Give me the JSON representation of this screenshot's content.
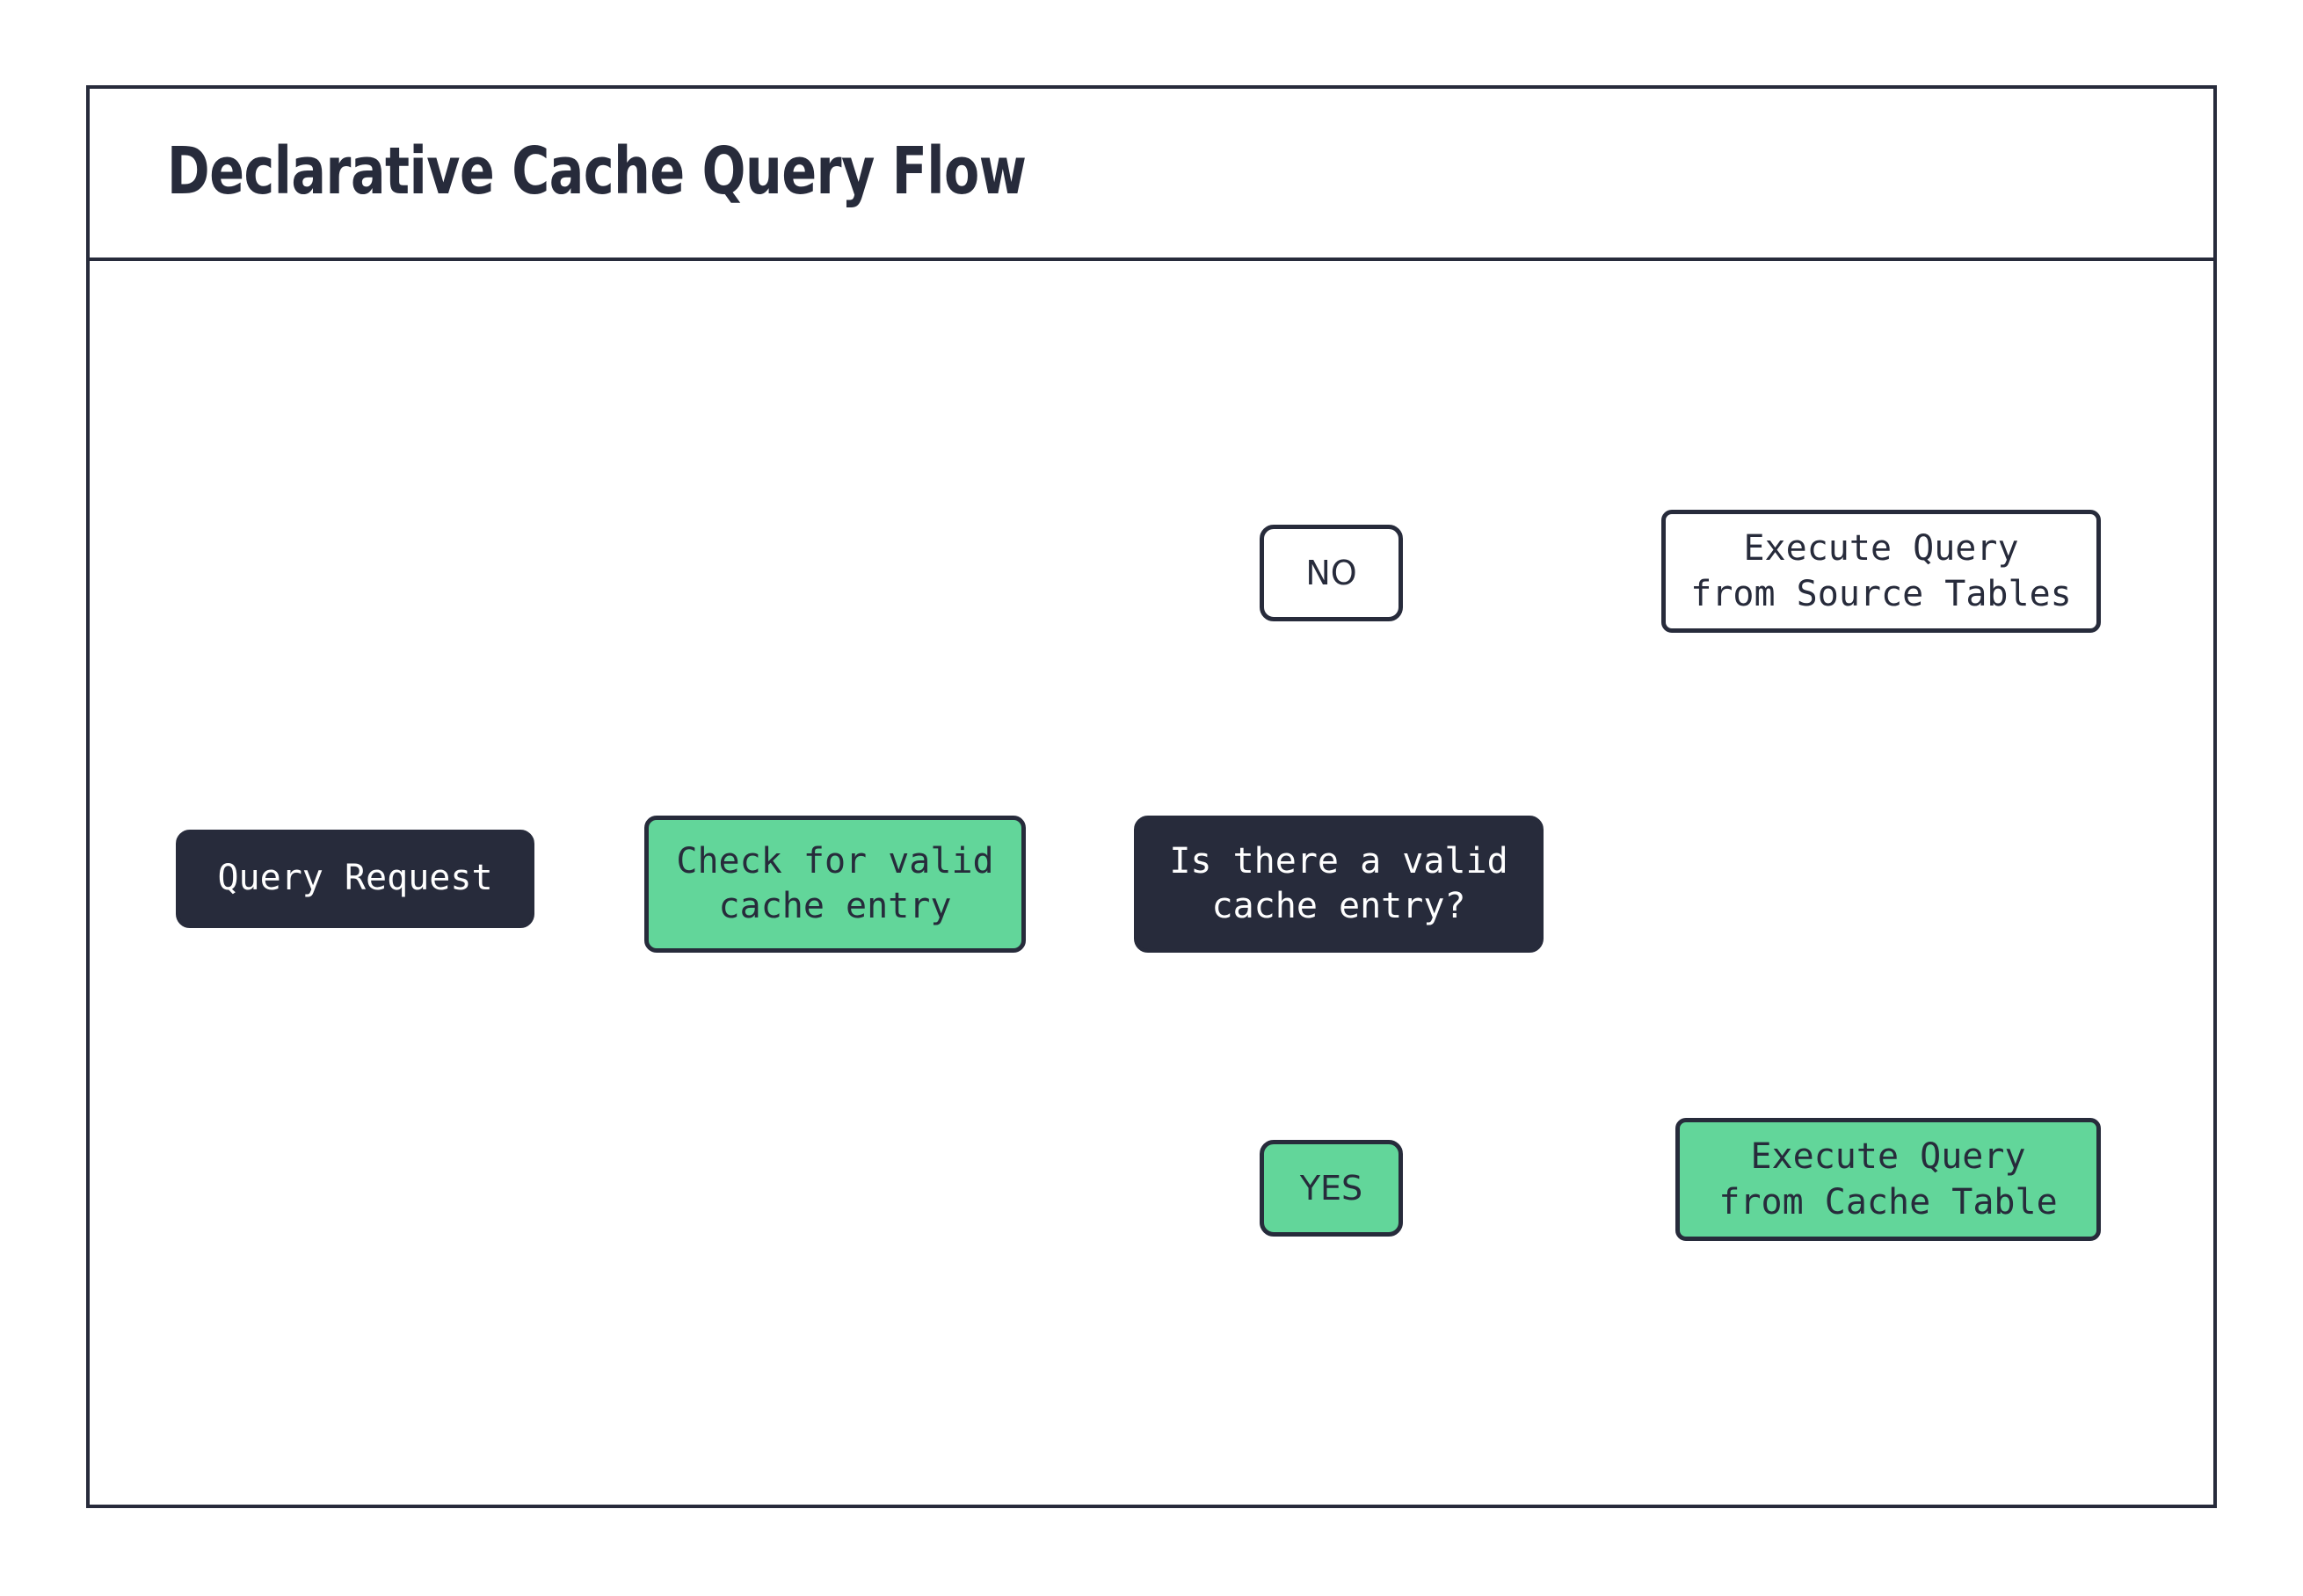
{
  "diagram": {
    "title": "Declarative Cache Query Flow",
    "type": "flowchart",
    "accent_green": "#62d69a",
    "ink": "#272b3b",
    "background": "#ffffff",
    "nodes": {
      "query_request": {
        "label": "Query Request",
        "shape": "rounded-rect",
        "fill": "#272b3b",
        "text_color": "#ffffff"
      },
      "check_cache": {
        "label": "Check for valid\ncache entry",
        "shape": "rounded-rect",
        "fill": "#62d69a",
        "text_color": "#272b3b"
      },
      "decision": {
        "label": "Is there a valid\ncache entry?",
        "shape": "rounded-rect",
        "fill": "#272b3b",
        "text_color": "#ffffff"
      },
      "source_db": {
        "label": "Execute Query\nfrom Source Tables",
        "shape": "cylinder",
        "fill": "#ffffff",
        "text_color": "#272b3b"
      },
      "cache_db": {
        "label": "Execute Query\nfrom Cache Table",
        "shape": "cylinder",
        "fill": "#62d69a",
        "text_color": "#272b3b"
      }
    },
    "branches": {
      "no": {
        "label": "NO",
        "fill": "#ffffff",
        "text_color": "#272b3b"
      },
      "yes": {
        "label": "YES",
        "fill": "#62d69a",
        "text_color": "#272b3b"
      }
    },
    "edges": [
      {
        "from": "query_request",
        "to": "check_cache",
        "label": ""
      },
      {
        "from": "check_cache",
        "to": "decision",
        "label": ""
      },
      {
        "from": "decision",
        "to": "source_db",
        "label": "NO"
      },
      {
        "from": "decision",
        "to": "cache_db",
        "label": "YES"
      }
    ]
  }
}
